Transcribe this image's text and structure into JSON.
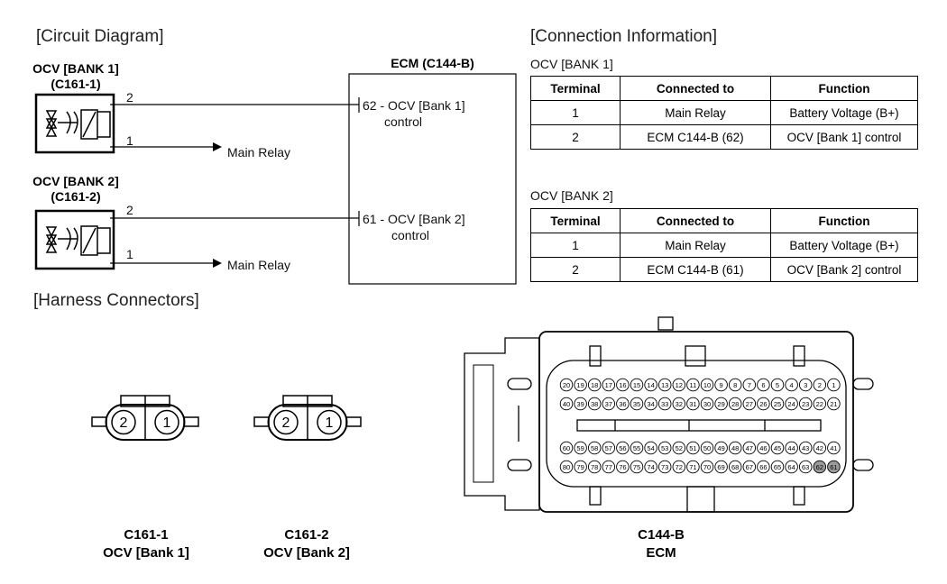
{
  "headings": {
    "circuit": "[Circuit Diagram]",
    "connection": "[Connection Information]",
    "harness": "[Harness Connectors]"
  },
  "circuit": {
    "ocv1": {
      "name": "OCV [BANK 1]",
      "conn": "(C161-1)",
      "pin_top": "2",
      "pin_bottom": "1",
      "dest": "Main Relay"
    },
    "ocv2": {
      "name": "OCV [BANK 2]",
      "conn": "(C161-2)",
      "pin_top": "2",
      "pin_bottom": "1",
      "dest": "Main Relay"
    },
    "ecm": {
      "title": "ECM (C144-B)",
      "pin1_line1": "62 - OCV [Bank 1]",
      "pin1_line2": "control",
      "pin2_line1": "61 - OCV [Bank 2]",
      "pin2_line2": "control"
    }
  },
  "tables": [
    {
      "title": "OCV [BANK 1]",
      "headers": [
        "Terminal",
        "Connected to",
        "Function"
      ],
      "rows": [
        [
          "1",
          "Main Relay",
          "Battery Voltage (B+)"
        ],
        [
          "2",
          "ECM C144-B (62)",
          "OCV [Bank 1] control"
        ]
      ]
    },
    {
      "title": "OCV [BANK 2]",
      "headers": [
        "Terminal",
        "Connected to",
        "Function"
      ],
      "rows": [
        [
          "1",
          "Main Relay",
          "Battery Voltage (B+)"
        ],
        [
          "2",
          "ECM C144-B (61)",
          "OCV [Bank 2] control"
        ]
      ]
    }
  ],
  "connectors": {
    "c1": {
      "pins": [
        "2",
        "1"
      ],
      "name": "C161-1",
      "desc": "OCV [Bank 1]"
    },
    "c2": {
      "pins": [
        "2",
        "1"
      ],
      "name": "C161-2",
      "desc": "OCV [Bank 2]"
    },
    "ecm": {
      "name": "C144-B",
      "desc": "ECM",
      "rows": [
        [
          "20",
          "19",
          "18",
          "17",
          "16",
          "15",
          "14",
          "13",
          "12",
          "11",
          "10",
          "9",
          "8",
          "7",
          "6",
          "5",
          "4",
          "3",
          "2",
          "1"
        ],
        [
          "40",
          "39",
          "38",
          "37",
          "36",
          "35",
          "34",
          "33",
          "32",
          "31",
          "30",
          "29",
          "28",
          "27",
          "26",
          "25",
          "24",
          "23",
          "22",
          "21"
        ],
        [
          "60",
          "59",
          "58",
          "57",
          "56",
          "55",
          "54",
          "53",
          "52",
          "51",
          "50",
          "49",
          "48",
          "47",
          "46",
          "45",
          "44",
          "43",
          "42",
          "41"
        ],
        [
          "80",
          "79",
          "78",
          "77",
          "76",
          "75",
          "74",
          "73",
          "72",
          "71",
          "70",
          "69",
          "68",
          "67",
          "66",
          "65",
          "64",
          "63",
          "62",
          "61"
        ]
      ],
      "highlighted_pins": [
        "62",
        "61"
      ]
    }
  }
}
